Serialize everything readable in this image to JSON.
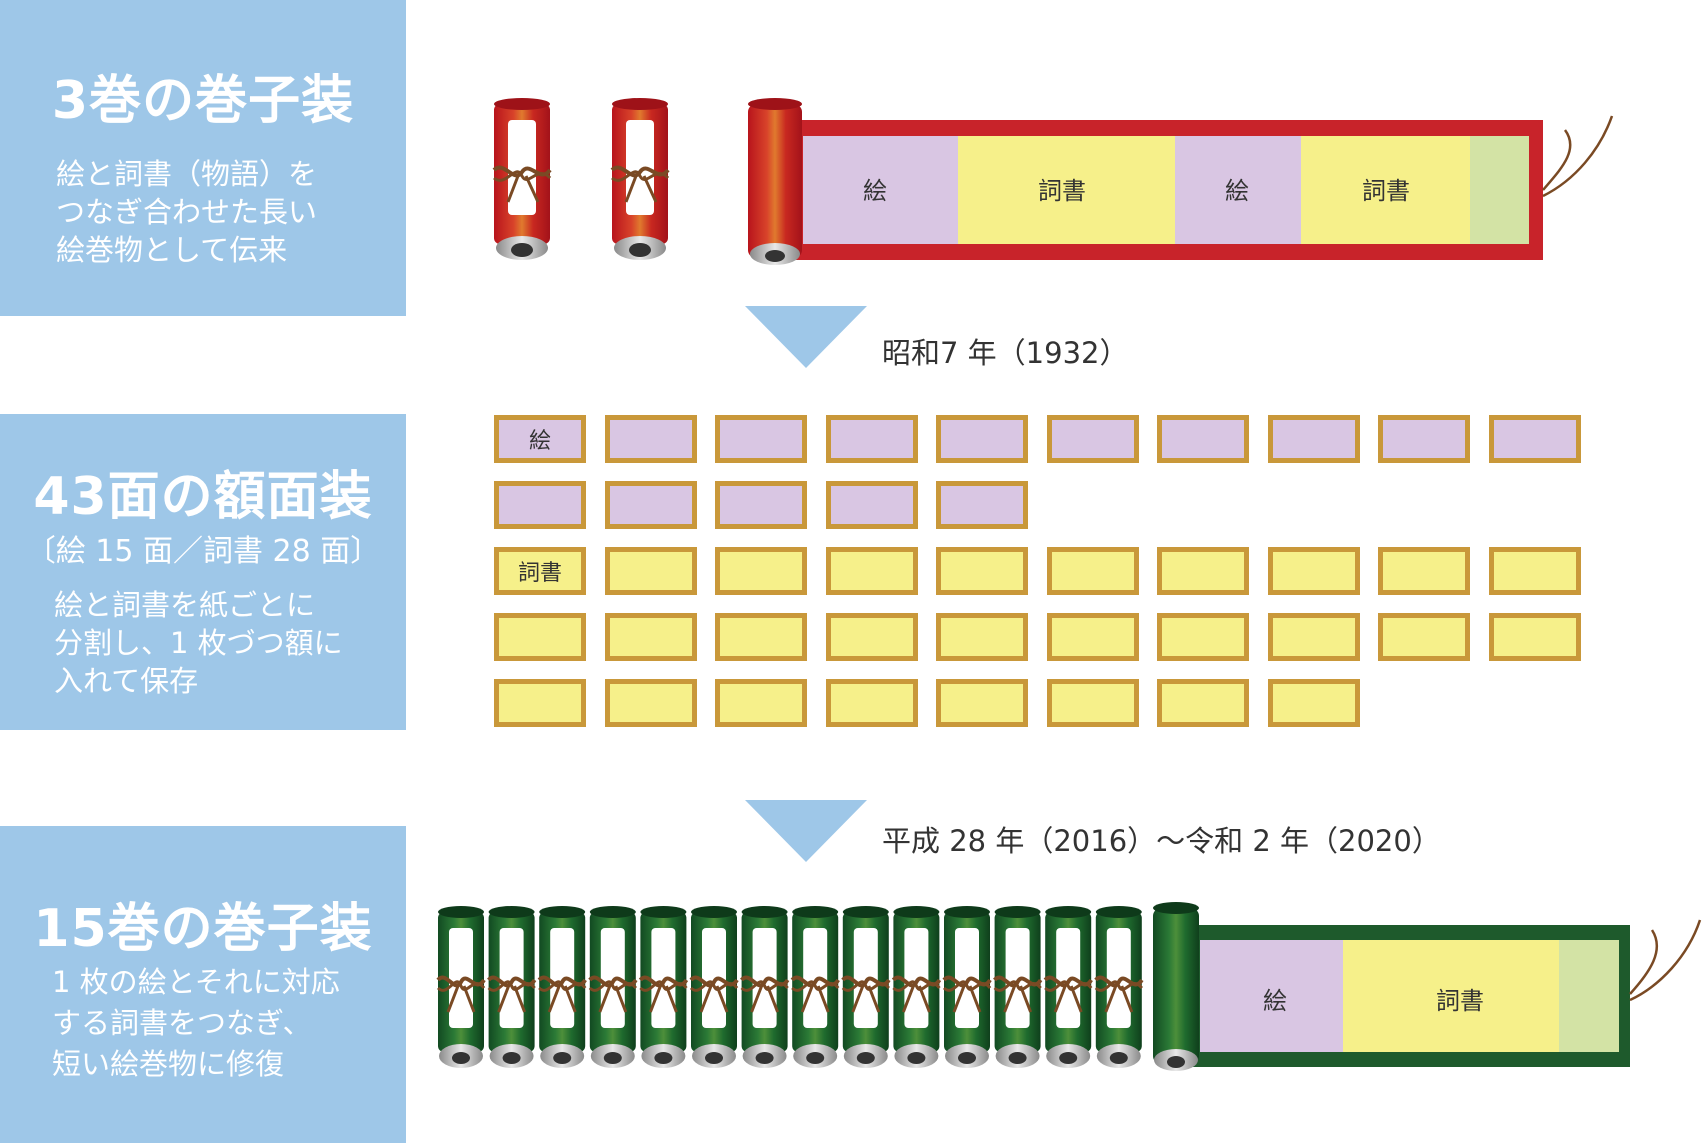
{
  "section1": {
    "title": "3巻の巻子装",
    "description": "絵と詞書（物語）を\nつなぎ合わせた長い\n絵巻物として伝来",
    "scroll_labels": [
      "絵",
      "詞書",
      "絵",
      "詞書"
    ],
    "roll_color": "#c8232a"
  },
  "transition1": {
    "date": "昭和7 年（1932）"
  },
  "section2": {
    "title": "43面の額面装",
    "subtitle": "〔絵 15 面／詞書 28 面〕",
    "description": "絵と詞書を紙ごとに\n分割し、1 枚づつ額に\n入れて保存",
    "picture_frames": 15,
    "text_frames": 28,
    "picture_label": "絵",
    "text_label": "詞書"
  },
  "transition2": {
    "date": "平成 28 年（2016）〜令和 2 年（2020）"
  },
  "section3": {
    "title": "15巻の巻子装",
    "description": "1 枚の絵とそれに対応\nする詞書をつなぎ、\n短い絵巻物に修復",
    "scroll_labels": [
      "絵",
      "詞書"
    ],
    "roll_color": "#1e5a2c"
  },
  "colors": {
    "panel": "#9ec7e8",
    "picture": "#d9c6e3",
    "text": "#f6f08a",
    "end_paper": "#d3e3a5",
    "frame_border": "#c9983a"
  }
}
